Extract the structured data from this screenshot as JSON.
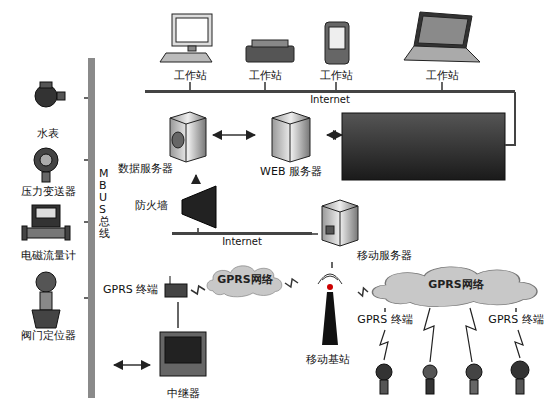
{
  "diagram": {
    "nodes": [
      {
        "text": [
          "工作站"
        ]
      },
      {
        "text": [
          "工作站"
        ]
      },
      {
        "text": [
          "工作站"
        ]
      },
      {
        "text": [
          "工作站"
        ]
      },
      {
        "text": [
          "Internet"
        ]
      },
      {
        "text": [
          "数据服务器"
        ]
      },
      {
        "text": [
          "WEB 服务器"
        ]
      },
      {
        "text": [
          "防火墙"
        ]
      },
      {
        "text": [
          "Internet"
        ]
      },
      {
        "text": [
          "移动服务器"
        ]
      },
      {
        "text": [
          "MBUS 总线"
        ]
      },
      {
        "text": [
          "水表"
        ]
      },
      {
        "text": [
          "压力变送器"
        ]
      },
      {
        "text": [
          "电磁流量计"
        ]
      },
      {
        "text": [
          "阀门定位器"
        ]
      },
      {
        "text": [
          "GPRS 终端"
        ]
      },
      {
        "text": [
          "GPRS网络"
        ]
      },
      {
        "text": [
          "移动基站"
        ]
      },
      {
        "text": [
          "中继器"
        ]
      },
      {
        "text": [
          "GPRS网络"
        ]
      },
      {
        "text": [
          "GPRS 终端"
        ]
      },
      {
        "text": [
          "GPRS 终端"
        ]
      }
    ],
    "edges": [
      {
        "from": 0,
        "to": 4,
        "arrow": "none"
      },
      {
        "from": 1,
        "to": 4,
        "arrow": "none"
      },
      {
        "from": 2,
        "to": 4,
        "arrow": "none"
      },
      {
        "from": 3,
        "to": 4,
        "arrow": "none"
      },
      {
        "from": 5,
        "to": 6,
        "arrow": "both"
      },
      {
        "from": 7,
        "to": 5,
        "arrow": "to"
      },
      {
        "from": 7,
        "to": 8,
        "arrow": "none"
      },
      {
        "from": 9,
        "to": 8,
        "arrow": "none"
      },
      {
        "from": 9,
        "to": 17,
        "arrow": "none"
      },
      {
        "from": 11,
        "to": 10,
        "arrow": "none"
      },
      {
        "from": 12,
        "to": 10,
        "arrow": "none"
      },
      {
        "from": 13,
        "to": 10,
        "arrow": "none"
      },
      {
        "from": 14,
        "to": 10,
        "arrow": "none"
      },
      {
        "from": 10,
        "to": 18,
        "arrow": "both"
      },
      {
        "from": 18,
        "to": 15,
        "arrow": "none"
      },
      {
        "from": 15,
        "to": 16,
        "arrow": "none"
      },
      {
        "from": 16,
        "to": 17,
        "arrow": "none"
      },
      {
        "from": 17,
        "to": 19,
        "arrow": "none"
      },
      {
        "from": 19,
        "to": 20,
        "arrow": "none"
      },
      {
        "from": 19,
        "to": 21,
        "arrow": "none"
      }
    ]
  }
}
